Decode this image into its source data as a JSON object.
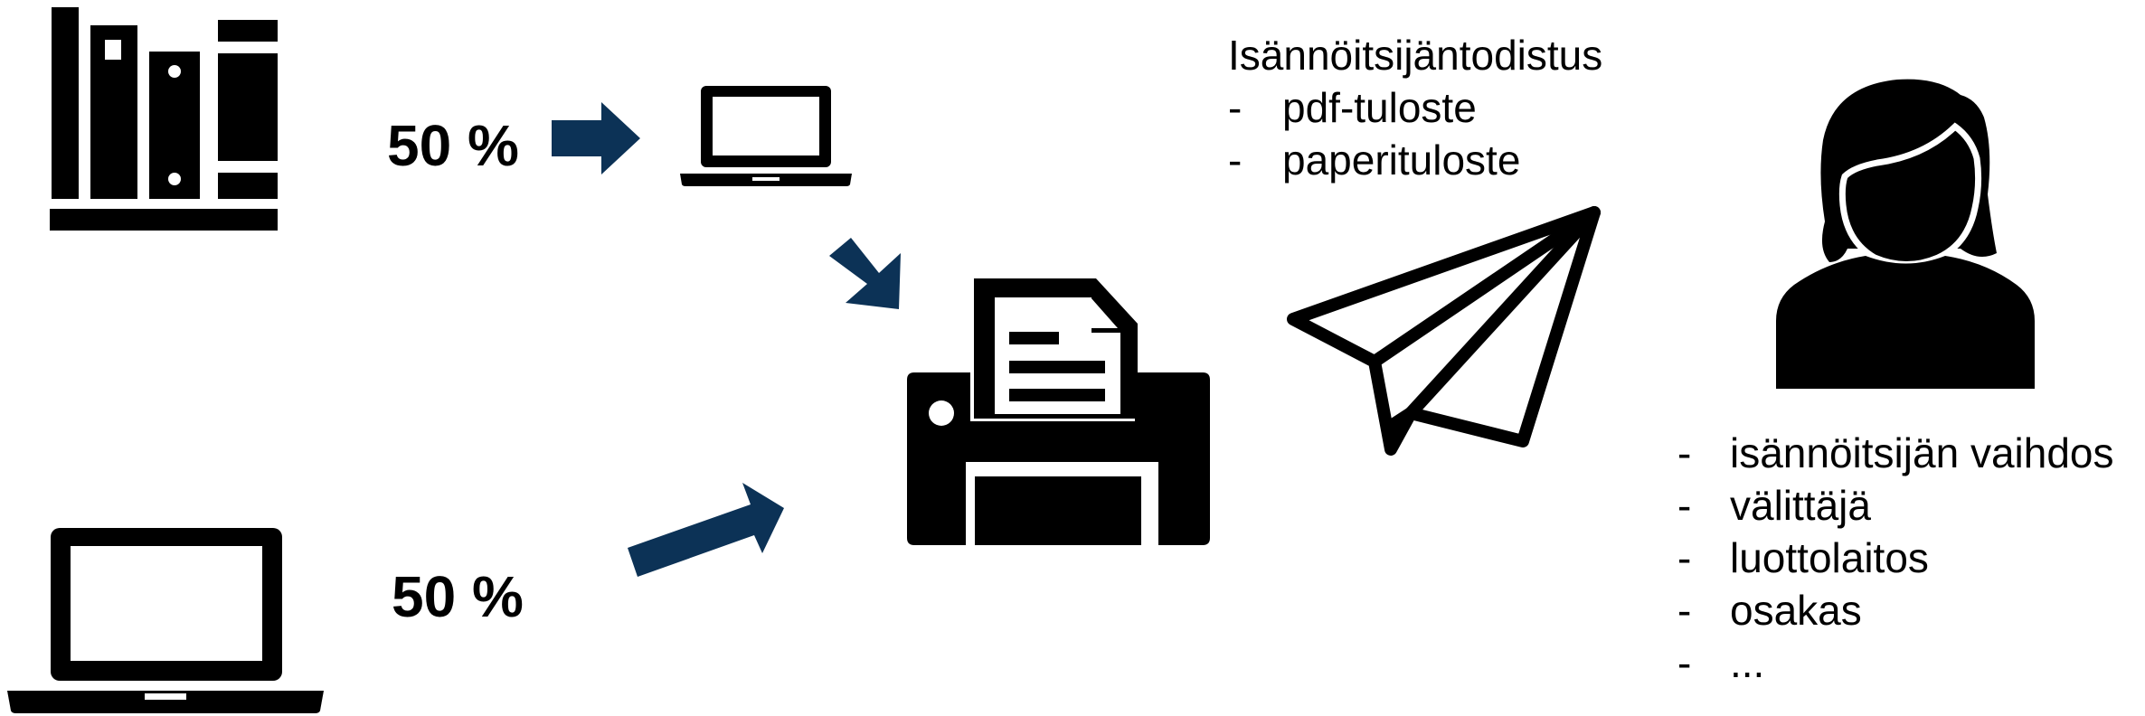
{
  "colors": {
    "arrow": "#0c3256",
    "icon": "#000000",
    "background": "#ffffff"
  },
  "sources": {
    "top": {
      "icon": "bookshelf-icon",
      "share": "50 %"
    },
    "bottom": {
      "icon": "laptop-icon",
      "share": "50 %"
    }
  },
  "center": {
    "icon": "printer-icon"
  },
  "delivery": {
    "icon": "paper-plane-icon"
  },
  "recipient": {
    "icon": "person-icon"
  },
  "certificate": {
    "title": "Isännöitsijäntodistus",
    "formats": [
      {
        "dash": "-",
        "label": "pdf-tuloste"
      },
      {
        "dash": "-",
        "label": "paperituloste"
      }
    ]
  },
  "recipients": [
    {
      "dash": "-",
      "label": "isännöitsijän vaihdos"
    },
    {
      "dash": "-",
      "label": "välittäjä"
    },
    {
      "dash": "-",
      "label": "luottolaitos"
    },
    {
      "dash": "-",
      "label": "osakas"
    },
    {
      "dash": "-",
      "label": "..."
    }
  ]
}
